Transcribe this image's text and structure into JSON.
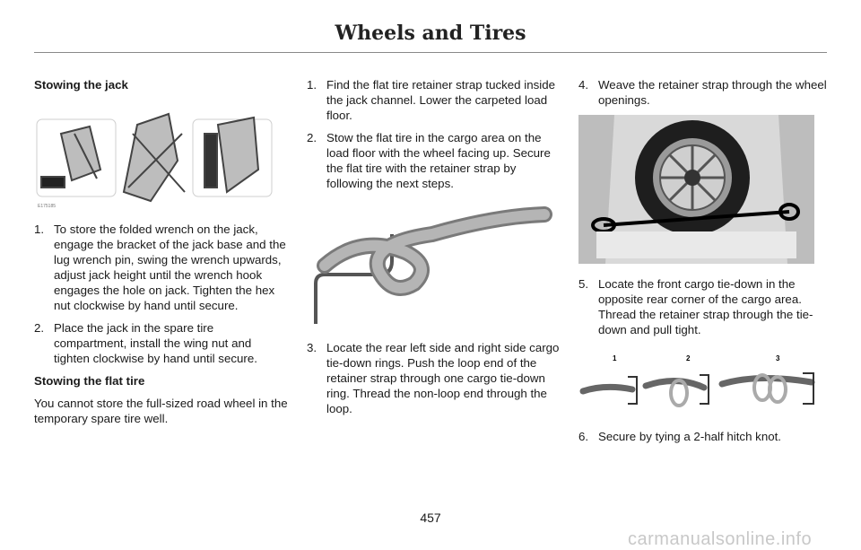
{
  "header": {
    "title": "Wheels and Tires"
  },
  "col1": {
    "heading_jack": "Stowing the jack",
    "figure_code": "E175185",
    "steps": [
      {
        "num": "1.",
        "text": "To store the folded wrench on the jack, engage the bracket of the jack base and the lug wrench pin, swing the wrench upwards, adjust jack height until the wrench hook engages the hole on jack. Tighten the hex nut clockwise by hand until secure."
      },
      {
        "num": "2.",
        "text": "Place the jack in the spare tire compartment, install the wing nut and tighten clockwise by hand until secure."
      }
    ],
    "heading_flat": "Stowing the flat tire",
    "para_flat": "You cannot store the full-sized road wheel in the temporary spare tire well."
  },
  "col2": {
    "steps": [
      {
        "num": "1.",
        "text": "Find the flat tire retainer strap tucked inside the jack channel. Lower the carpeted load floor."
      },
      {
        "num": "2.",
        "text": "Stow the flat tire in the cargo area on the load floor with the wheel facing up. Secure the flat tire with the retainer strap by following the next steps."
      },
      {
        "num": "3.",
        "text": "Locate the rear left side and right side cargo tie-down rings. Push the loop end of the retainer strap through one cargo tie-down ring. Thread the non-loop end through the loop."
      }
    ]
  },
  "col3": {
    "steps": [
      {
        "num": "4.",
        "text": "Weave the retainer strap through the wheel openings."
      },
      {
        "num": "5.",
        "text": "Locate the front cargo tie-down in the opposite rear corner of the cargo area. Thread the retainer strap through the tie-down and pull tight."
      },
      {
        "num": "6.",
        "text": "Secure by tying a 2-half hitch knot."
      }
    ],
    "figure_labels": [
      "1",
      "2",
      "3"
    ]
  },
  "page_number": "457",
  "watermark": "carmanualsonline.info"
}
